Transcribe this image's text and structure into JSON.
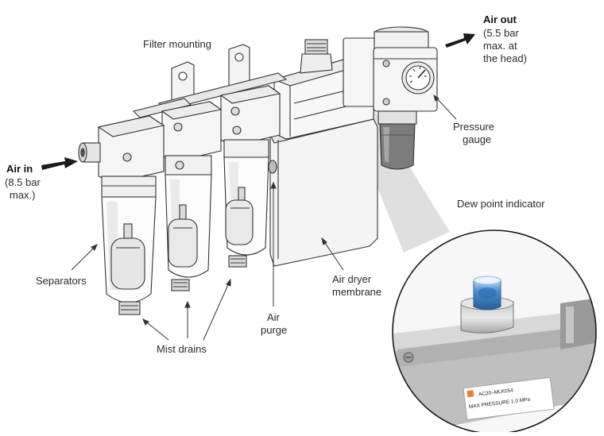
{
  "labels": {
    "filter_mounting": "Filter mounting",
    "air_out_title": "Air out",
    "air_out_l1": "(5.5 bar",
    "air_out_l2": "max. at",
    "air_out_l3": "the head)",
    "pressure_gauge_l1": "Pressure",
    "pressure_gauge_l2": "gauge",
    "air_in_title": "Air in",
    "air_in_l1": "(8.5 bar",
    "air_in_l2": "max.)",
    "dew_point": "Dew point indicator",
    "separators": "Separators",
    "air_dryer_l1": "Air dryer",
    "air_dryer_l2": "membrane",
    "air_purge_l1": "Air",
    "air_purge_l2": "purge",
    "mist_drains": "Mist drains"
  },
  "inset": {
    "model": "AC20–MLK054",
    "max_pressure": "MAX PRESSURE 1.0 MPa"
  },
  "colors": {
    "line": "#333333",
    "body": "#f2f2f2",
    "arrow": "#1a1a1a",
    "beam": "#d6d6d6",
    "indicator_blue": "#3a7fc4"
  }
}
